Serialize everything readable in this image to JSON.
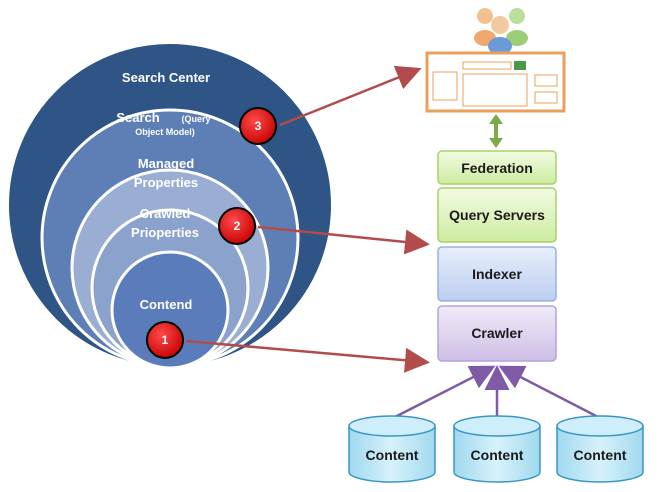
{
  "circles": {
    "search_center": "Search Center",
    "search": "Search",
    "search_note_line1": "(Query",
    "search_note_line2": "Object Model)",
    "managed_line1": "Managed",
    "managed_line2": "Properties",
    "crawled_line1": "Crawled",
    "crawled_line2": "Prioperties",
    "contend": "Contend"
  },
  "badges": [
    "3",
    "2",
    "1"
  ],
  "stack": {
    "federation": "Federation",
    "query_servers": "Query Servers",
    "indexer": "Indexer",
    "crawler": "Crawler"
  },
  "sources": [
    "Content",
    "Content",
    "Content"
  ],
  "colors": {
    "outer_ring": "#2f5486",
    "ring2": "#5e7fb6",
    "ring3": "#9aaed3",
    "ring4": "#8aa2cc",
    "inner": "#5b7cba",
    "green_box": "#ddf3b8",
    "blue_box": "#cfdcf5",
    "purple_box": "#ddd2ee",
    "db_fill": "#b8e4f2",
    "badge": "#e00000",
    "arrow_red": "#b24b4b",
    "arrow_purple": "#7f5aa6",
    "arrow_green": "#7aaa4a",
    "ui_frame": "#e8a05a"
  }
}
